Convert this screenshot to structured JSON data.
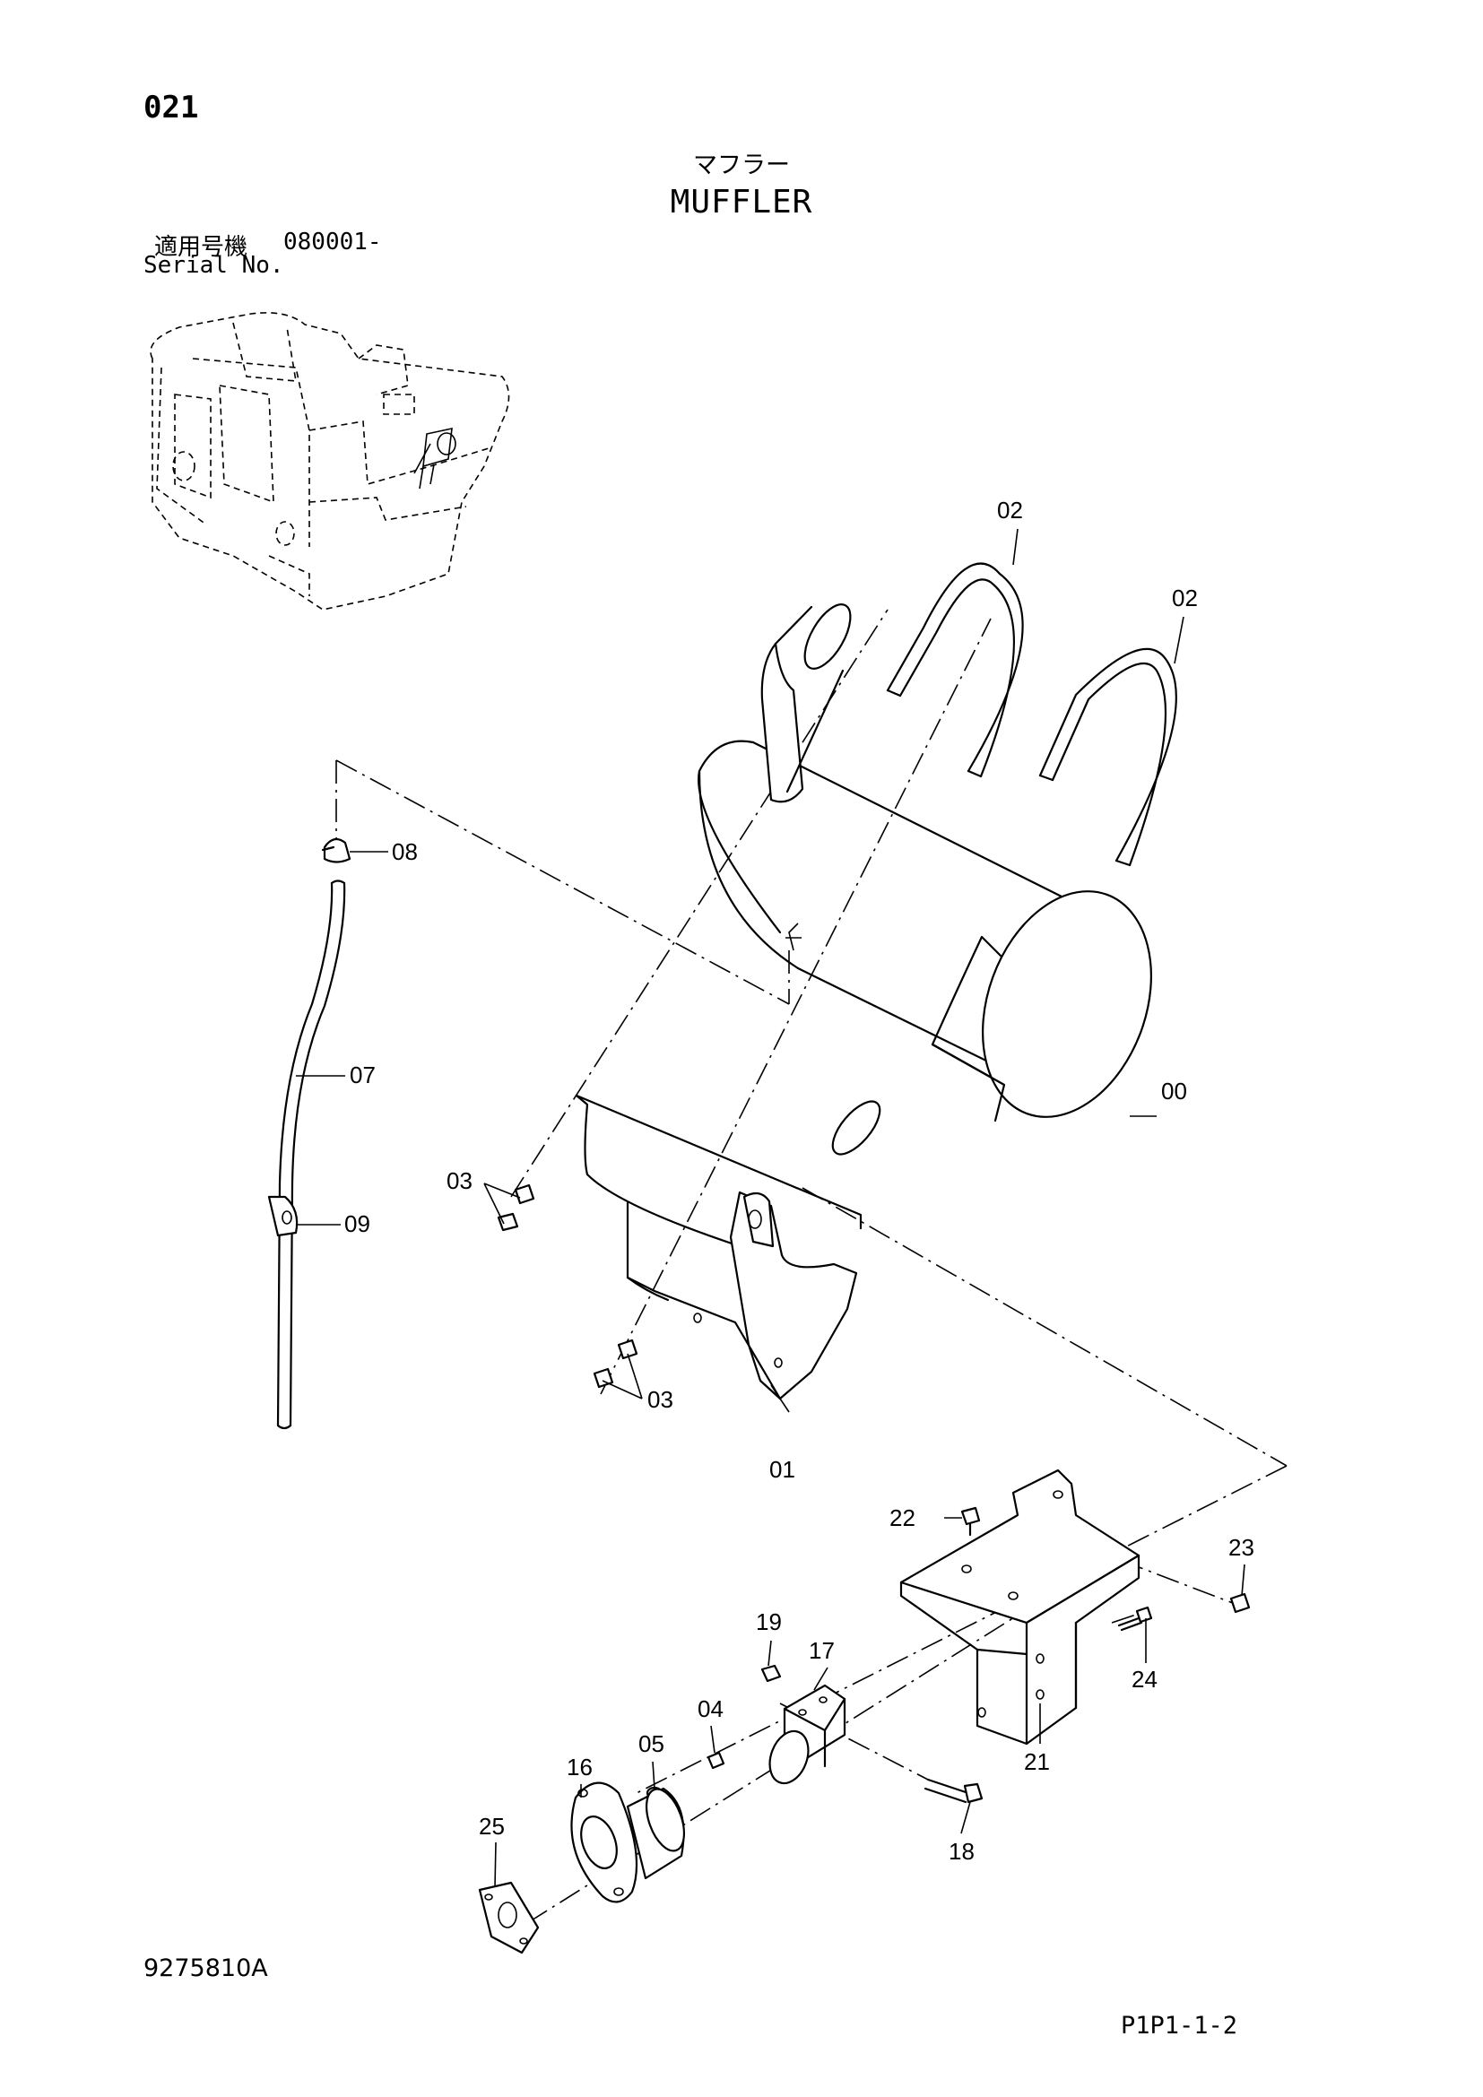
{
  "header": {
    "page_number": "021",
    "title_jp": "マフラー",
    "title_en": "MUFFLER",
    "serial_label_jp": "適用号機",
    "serial_value": "080001-",
    "serial_label_en": "Serial No."
  },
  "footer": {
    "document_code": "9275810A",
    "sheet_code": "P1P1-1-2"
  },
  "callouts": {
    "p00": "00",
    "p01": "01",
    "p02a": "02",
    "p02b": "02",
    "p03a": "03",
    "p03b": "03",
    "p04": "04",
    "p05": "05",
    "p07": "07",
    "p08": "08",
    "p09": "09",
    "p16": "16",
    "p17": "17",
    "p18": "18",
    "p19": "19",
    "p21": "21",
    "p22": "22",
    "p23": "23",
    "p24": "24",
    "p25": "25"
  }
}
